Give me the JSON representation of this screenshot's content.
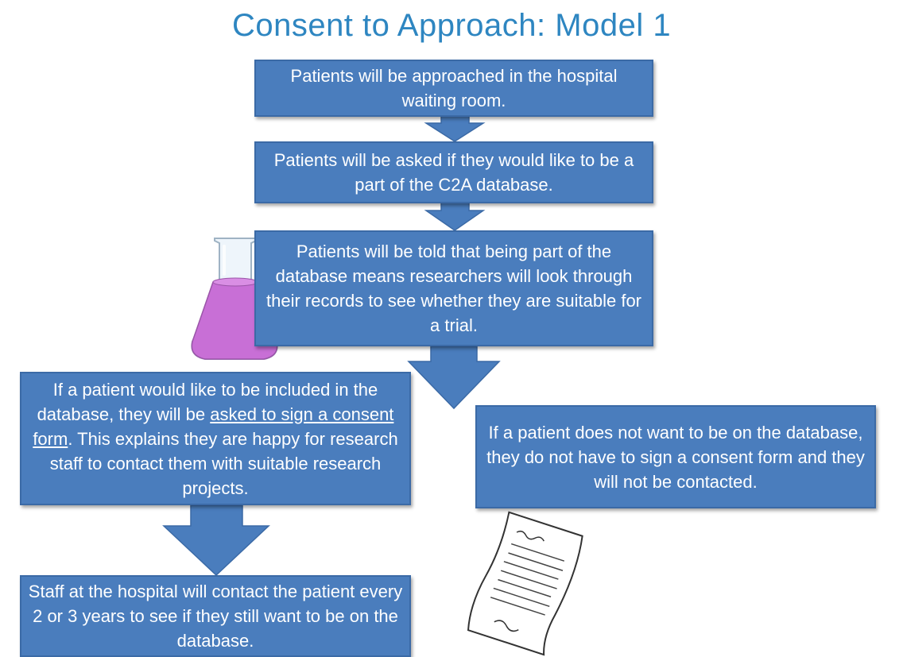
{
  "title": "Consent to Approach: Model 1",
  "colors": {
    "title": "#2e86c1",
    "box_fill": "#4a7dbd",
    "box_border": "#3b6aa6",
    "flask_liquid": "#c86fd6"
  },
  "steps": {
    "approach": "Patients will be approached in the hospital waiting room.",
    "ask": "Patients will be asked if they would like to be a part of the C2A database.",
    "told": "Patients will be told that being part of the database means researchers will look through their records to see whether they are suitable for a trial.",
    "yes_before": "If a patient would like to be included in the database, they will be ",
    "yes_link": "asked to sign a consent form",
    "yes_after": ". This explains they are happy for research staff to contact them with suitable research projects.",
    "no": "If a patient does not want to be on the database, they do not have to sign a consent form and they will not be contacted.",
    "followup": "Staff at the hospital will contact the patient every 2 or 3 years to see if they still want to be on the database."
  },
  "icons": [
    "flask-icon",
    "document-icon"
  ]
}
